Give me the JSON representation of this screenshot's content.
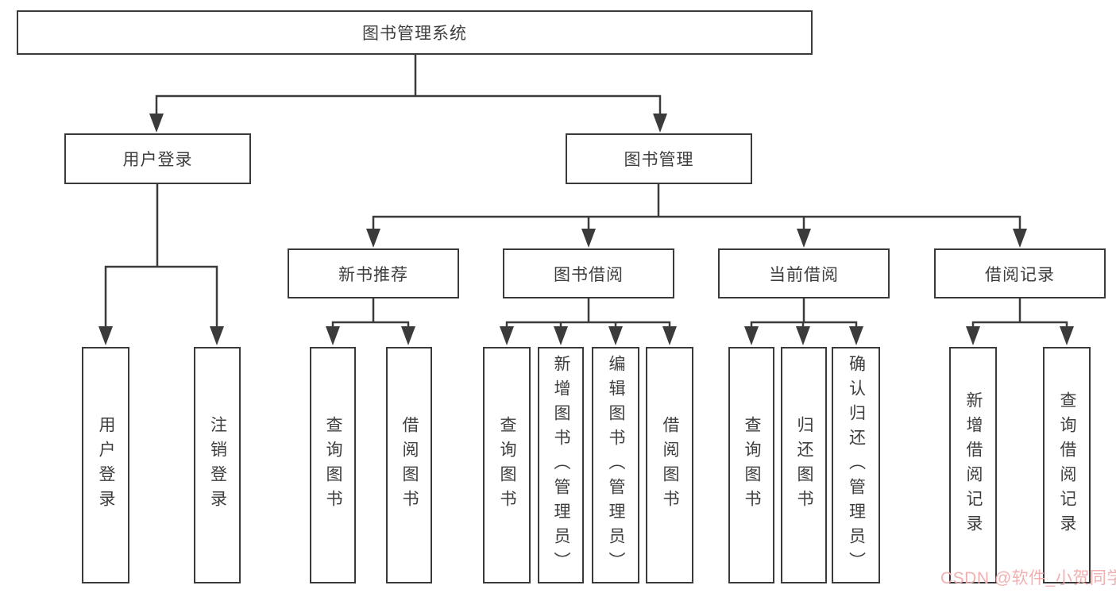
{
  "diagram": {
    "root": {
      "label": "图书管理系统"
    },
    "branches": [
      {
        "label": "用户登录",
        "leaves": [
          "用户登录",
          "注销登录"
        ]
      },
      {
        "label": "图书管理",
        "groups": [
          {
            "label": "新书推荐",
            "leaves": [
              "查询图书",
              "借阅图书"
            ]
          },
          {
            "label": "图书借阅",
            "leaves": [
              "查询图书",
              "新增图书（管理员）",
              "编辑图书（管理员）",
              "借阅图书"
            ]
          },
          {
            "label": "当前借阅",
            "leaves": [
              "查询图书",
              "归还图书",
              "确认归还（管理员）"
            ]
          },
          {
            "label": "借阅记录",
            "leaves": [
              "新增借阅记录",
              "查询借阅记录"
            ]
          }
        ]
      }
    ],
    "watermark": "CSDN @软件_小贺同学",
    "colors": {
      "line": "#3b3b3b",
      "text": "#3e3e3e",
      "box_bg": "#ffffff",
      "watermark": "#f0acac"
    }
  }
}
